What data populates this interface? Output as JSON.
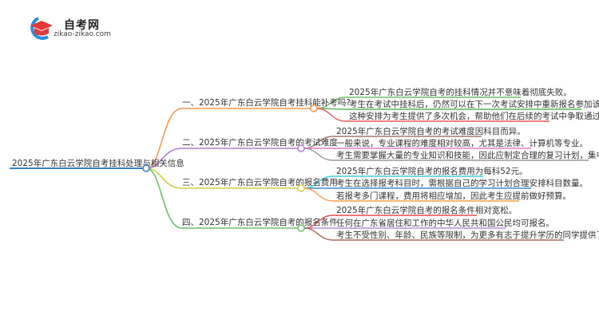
{
  "logo": {
    "title": "自考网",
    "url": "zikao-zikao.com",
    "colors": {
      "ring": "#2a8fd8",
      "cap": "#e03a3a"
    }
  },
  "root": {
    "label": "2025年广东白云学院自考挂科处理与相关信息",
    "color": "#3a80c0"
  },
  "branches": [
    {
      "label": "一、2025年广东白云学院自考挂科能补考吗?",
      "color": "#f59a4b",
      "leaves": [
        {
          "text": "2025年广东白云学院自考的挂科情况并不意味着彻底失败。",
          "color": "#6cc06a"
        },
        {
          "text": "考生在考试中挂科后，仍然可以在下一次考试安排中重新报名参加该科目的考试。",
          "color": "#52b84e"
        },
        {
          "text": "这种安排为考生提供了多次机会，帮助他们在后续的考试中争取通过。",
          "color": "#e85a5a"
        }
      ]
    },
    {
      "label": "二、2025年广东白云学院自考的考试难度",
      "color": "#b07fd6",
      "leaves": [
        {
          "text": "2025年广东白云学院自考的考试难度因科目而异。",
          "color": "#a07a6a"
        },
        {
          "text": "一般来说，专业课程的难度相对较高，尤其是法律、计算机等专业。",
          "color": "#f07ac8"
        },
        {
          "text": "考生需要掌握大量的专业知识和技能，因此应制定合理的复习计划，集中攻克薄弱环节。",
          "color": "#9a9a9a"
        }
      ]
    },
    {
      "label": "三、2025年广东白云学院自考的报名费用",
      "color": "#cfcf4a",
      "leaves": [
        {
          "text": "2025年广东白云学院自考的报名费用为每科52元。",
          "color": "#3ccfe0"
        },
        {
          "text": "考生在选择报考科目时，需根据自己的学习计划合理安排科目数量。",
          "color": "#3a8ad0"
        },
        {
          "text": "若报考多门课程，费用将相应增加，因此考生应提前做好预算。",
          "color": "#f5a04a"
        }
      ]
    },
    {
      "label": "四、2025年广东白云学院自考的报名条件",
      "color": "#6cc06a",
      "leaves": [
        {
          "text": "2025年广东白云学院自考的报名条件相对宽松。",
          "color": "#e84a4a"
        },
        {
          "text": "任何在广东省居住和工作的中华人民共和国公民均可报名。",
          "color": "#b890d8"
        },
        {
          "text": "考生不受性别、年龄、民族等限制，为更多有志于提升学历的同学提供了机会。",
          "color": "#a06a5a"
        }
      ]
    }
  ]
}
